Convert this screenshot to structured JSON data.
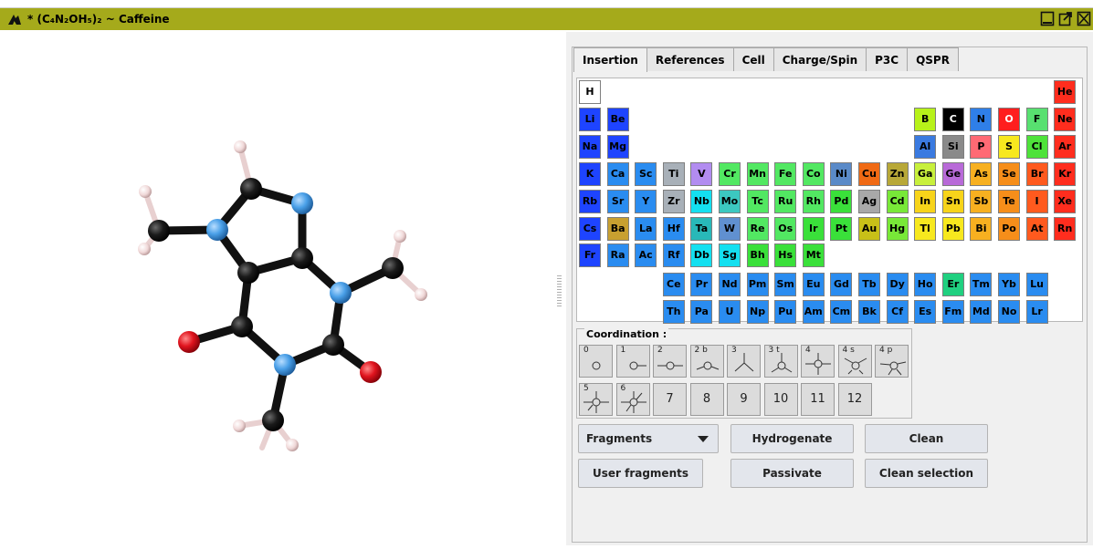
{
  "window": {
    "title": "* (C₄N₂OH₅)₂ ~ Caffeine"
  },
  "tabs": [
    {
      "label": "Insertion",
      "active": true
    },
    {
      "label": "References",
      "active": false
    },
    {
      "label": "Cell",
      "active": false
    },
    {
      "label": "Charge/Spin",
      "active": false
    },
    {
      "label": "P3C",
      "active": false
    },
    {
      "label": "QSPR",
      "active": false
    }
  ],
  "periodic_table": {
    "elements": [
      {
        "s": "H",
        "r": 1,
        "c": 1,
        "color": "#ffffff",
        "fg": "#000000"
      },
      {
        "s": "He",
        "r": 1,
        "c": 18,
        "color": "#ff2d1e"
      },
      {
        "s": "Li",
        "r": 2,
        "c": 1,
        "color": "#1e44ff"
      },
      {
        "s": "Be",
        "r": 2,
        "c": 2,
        "color": "#1e44ff"
      },
      {
        "s": "B",
        "r": 2,
        "c": 13,
        "color": "#b7f21a"
      },
      {
        "s": "C",
        "r": 2,
        "c": 14,
        "color": "#000000",
        "fg": "#ffffff"
      },
      {
        "s": "N",
        "r": 2,
        "c": 15,
        "color": "#2f7fe8"
      },
      {
        "s": "O",
        "r": 2,
        "c": 16,
        "color": "#ff1e1e",
        "fg": "#ffffff"
      },
      {
        "s": "F",
        "r": 2,
        "c": 17,
        "color": "#58e070"
      },
      {
        "s": "Ne",
        "r": 2,
        "c": 18,
        "color": "#ff2d1e"
      },
      {
        "s": "Na",
        "r": 3,
        "c": 1,
        "color": "#1e44ff"
      },
      {
        "s": "Mg",
        "r": 3,
        "c": 2,
        "color": "#1e44ff"
      },
      {
        "s": "Al",
        "r": 3,
        "c": 13,
        "color": "#3a7ae0"
      },
      {
        "s": "Si",
        "r": 3,
        "c": 14,
        "color": "#8a8a8a"
      },
      {
        "s": "P",
        "r": 3,
        "c": 15,
        "color": "#ff6a74"
      },
      {
        "s": "S",
        "r": 3,
        "c": 16,
        "color": "#f7e81e"
      },
      {
        "s": "Cl",
        "r": 3,
        "c": 17,
        "color": "#4ee23a"
      },
      {
        "s": "Ar",
        "r": 3,
        "c": 18,
        "color": "#ff2d1e"
      },
      {
        "s": "K",
        "r": 4,
        "c": 1,
        "color": "#1e44ff"
      },
      {
        "s": "Ca",
        "r": 4,
        "c": 2,
        "color": "#2a8cf0"
      },
      {
        "s": "Sc",
        "r": 4,
        "c": 3,
        "color": "#2a8cf0"
      },
      {
        "s": "Ti",
        "r": 4,
        "c": 4,
        "color": "#a8b0b8"
      },
      {
        "s": "V",
        "r": 4,
        "c": 5,
        "color": "#b28cf0"
      },
      {
        "s": "Cr",
        "r": 4,
        "c": 6,
        "color": "#52e862"
      },
      {
        "s": "Mn",
        "r": 4,
        "c": 7,
        "color": "#52e862"
      },
      {
        "s": "Fe",
        "r": 4,
        "c": 8,
        "color": "#52e862"
      },
      {
        "s": "Co",
        "r": 4,
        "c": 9,
        "color": "#52e862"
      },
      {
        "s": "Ni",
        "r": 4,
        "c": 10,
        "color": "#5a8ac8"
      },
      {
        "s": "Cu",
        "r": 4,
        "c": 11,
        "color": "#f06a14"
      },
      {
        "s": "Zn",
        "r": 4,
        "c": 12,
        "color": "#b8a838"
      },
      {
        "s": "Ga",
        "r": 4,
        "c": 13,
        "color": "#c8f03c"
      },
      {
        "s": "Ge",
        "r": 4,
        "c": 14,
        "color": "#b86ad8"
      },
      {
        "s": "As",
        "r": 4,
        "c": 15,
        "color": "#f7b020"
      },
      {
        "s": "Se",
        "r": 4,
        "c": 16,
        "color": "#f68e1a"
      },
      {
        "s": "Br",
        "r": 4,
        "c": 17,
        "color": "#ff5a1e"
      },
      {
        "s": "Kr",
        "r": 4,
        "c": 18,
        "color": "#ff2d1e"
      },
      {
        "s": "Rb",
        "r": 5,
        "c": 1,
        "color": "#1e44ff"
      },
      {
        "s": "Sr",
        "r": 5,
        "c": 2,
        "color": "#2a8cf0"
      },
      {
        "s": "Y",
        "r": 5,
        "c": 3,
        "color": "#2a8cf0"
      },
      {
        "s": "Zr",
        "r": 5,
        "c": 4,
        "color": "#a8b0b8"
      },
      {
        "s": "Nb",
        "r": 5,
        "c": 5,
        "color": "#14e0f0"
      },
      {
        "s": "Mo",
        "r": 5,
        "c": 6,
        "color": "#3cc8c0"
      },
      {
        "s": "Tc",
        "r": 5,
        "c": 7,
        "color": "#52e862"
      },
      {
        "s": "Ru",
        "r": 5,
        "c": 8,
        "color": "#52e862"
      },
      {
        "s": "Rh",
        "r": 5,
        "c": 9,
        "color": "#52e862"
      },
      {
        "s": "Pd",
        "r": 5,
        "c": 10,
        "color": "#3ae03a"
      },
      {
        "s": "Ag",
        "r": 5,
        "c": 11,
        "color": "#a8a8a8"
      },
      {
        "s": "Cd",
        "r": 5,
        "c": 12,
        "color": "#78e838"
      },
      {
        "s": "In",
        "r": 5,
        "c": 13,
        "color": "#f7d41a"
      },
      {
        "s": "Sn",
        "r": 5,
        "c": 14,
        "color": "#f7d41a"
      },
      {
        "s": "Sb",
        "r": 5,
        "c": 15,
        "color": "#f7b020"
      },
      {
        "s": "Te",
        "r": 5,
        "c": 16,
        "color": "#f68e1a"
      },
      {
        "s": "I",
        "r": 5,
        "c": 17,
        "color": "#ff5a1e"
      },
      {
        "s": "Xe",
        "r": 5,
        "c": 18,
        "color": "#ff2d1e"
      },
      {
        "s": "Cs",
        "r": 6,
        "c": 1,
        "color": "#1e44ff"
      },
      {
        "s": "Ba",
        "r": 6,
        "c": 2,
        "color": "#c8a030"
      },
      {
        "s": "La",
        "r": 6,
        "c": 3,
        "color": "#2a8cf0"
      },
      {
        "s": "Hf",
        "r": 6,
        "c": 4,
        "color": "#2a8cf0"
      },
      {
        "s": "Ta",
        "r": 6,
        "c": 5,
        "color": "#28b8b8"
      },
      {
        "s": "W",
        "r": 6,
        "c": 6,
        "color": "#6090d0"
      },
      {
        "s": "Re",
        "r": 6,
        "c": 7,
        "color": "#52e862"
      },
      {
        "s": "Os",
        "r": 6,
        "c": 8,
        "color": "#52e862"
      },
      {
        "s": "Ir",
        "r": 6,
        "c": 9,
        "color": "#3ae03a"
      },
      {
        "s": "Pt",
        "r": 6,
        "c": 10,
        "color": "#3ae03a"
      },
      {
        "s": "Au",
        "r": 6,
        "c": 11,
        "color": "#c8c018"
      },
      {
        "s": "Hg",
        "r": 6,
        "c": 12,
        "color": "#78e838"
      },
      {
        "s": "Tl",
        "r": 6,
        "c": 13,
        "color": "#f7e81e"
      },
      {
        "s": "Pb",
        "r": 6,
        "c": 14,
        "color": "#f7e81e"
      },
      {
        "s": "Bi",
        "r": 6,
        "c": 15,
        "color": "#f7b020"
      },
      {
        "s": "Po",
        "r": 6,
        "c": 16,
        "color": "#f68e1a"
      },
      {
        "s": "At",
        "r": 6,
        "c": 17,
        "color": "#ff5a1e"
      },
      {
        "s": "Rn",
        "r": 6,
        "c": 18,
        "color": "#ff2d1e"
      },
      {
        "s": "Fr",
        "r": 7,
        "c": 1,
        "color": "#1e44ff"
      },
      {
        "s": "Ra",
        "r": 7,
        "c": 2,
        "color": "#2a8cf0"
      },
      {
        "s": "Ac",
        "r": 7,
        "c": 3,
        "color": "#2a8cf0"
      },
      {
        "s": "Rf",
        "r": 7,
        "c": 4,
        "color": "#2a8cf0"
      },
      {
        "s": "Db",
        "r": 7,
        "c": 5,
        "color": "#14e0f0"
      },
      {
        "s": "Sg",
        "r": 7,
        "c": 6,
        "color": "#14e0f0"
      },
      {
        "s": "Bh",
        "r": 7,
        "c": 7,
        "color": "#3ae03a"
      },
      {
        "s": "Hs",
        "r": 7,
        "c": 8,
        "color": "#3ae03a"
      },
      {
        "s": "Mt",
        "r": 7,
        "c": 9,
        "color": "#3ae03a"
      },
      {
        "s": "Ce",
        "r": 8,
        "c": 4,
        "color": "#2a8cf0"
      },
      {
        "s": "Pr",
        "r": 8,
        "c": 5,
        "color": "#2a8cf0"
      },
      {
        "s": "Nd",
        "r": 8,
        "c": 6,
        "color": "#2a8cf0"
      },
      {
        "s": "Pm",
        "r": 8,
        "c": 7,
        "color": "#2a8cf0"
      },
      {
        "s": "Sm",
        "r": 8,
        "c": 8,
        "color": "#2a8cf0"
      },
      {
        "s": "Eu",
        "r": 8,
        "c": 9,
        "color": "#2a8cf0"
      },
      {
        "s": "Gd",
        "r": 8,
        "c": 10,
        "color": "#2a8cf0"
      },
      {
        "s": "Tb",
        "r": 8,
        "c": 11,
        "color": "#2a8cf0"
      },
      {
        "s": "Dy",
        "r": 8,
        "c": 12,
        "color": "#2a8cf0"
      },
      {
        "s": "Ho",
        "r": 8,
        "c": 13,
        "color": "#2a8cf0"
      },
      {
        "s": "Er",
        "r": 8,
        "c": 14,
        "color": "#20d080"
      },
      {
        "s": "Tm",
        "r": 8,
        "c": 15,
        "color": "#2a8cf0"
      },
      {
        "s": "Yb",
        "r": 8,
        "c": 16,
        "color": "#2a8cf0"
      },
      {
        "s": "Lu",
        "r": 8,
        "c": 17,
        "color": "#2a8cf0"
      },
      {
        "s": "Th",
        "r": 9,
        "c": 4,
        "color": "#2a8cf0"
      },
      {
        "s": "Pa",
        "r": 9,
        "c": 5,
        "color": "#2a8cf0"
      },
      {
        "s": "U",
        "r": 9,
        "c": 6,
        "color": "#2a8cf0"
      },
      {
        "s": "Np",
        "r": 9,
        "c": 7,
        "color": "#2a8cf0"
      },
      {
        "s": "Pu",
        "r": 9,
        "c": 8,
        "color": "#2a8cf0"
      },
      {
        "s": "Am",
        "r": 9,
        "c": 9,
        "color": "#2a8cf0"
      },
      {
        "s": "Cm",
        "r": 9,
        "c": 10,
        "color": "#2a8cf0"
      },
      {
        "s": "Bk",
        "r": 9,
        "c": 11,
        "color": "#2a8cf0"
      },
      {
        "s": "Cf",
        "r": 9,
        "c": 12,
        "color": "#2a8cf0"
      },
      {
        "s": "Es",
        "r": 9,
        "c": 13,
        "color": "#2a8cf0"
      },
      {
        "s": "Fm",
        "r": 9,
        "c": 14,
        "color": "#2a8cf0"
      },
      {
        "s": "Md",
        "r": 9,
        "c": 15,
        "color": "#2a8cf0"
      },
      {
        "s": "No",
        "r": 9,
        "c": 16,
        "color": "#2a8cf0"
      },
      {
        "s": "Lr",
        "r": 9,
        "c": 17,
        "color": "#2a8cf0"
      }
    ]
  },
  "coordination": {
    "label": "Coordination :",
    "row1": [
      {
        "sup": "0",
        "icon": "coord-0-icon"
      },
      {
        "sup": "1",
        "icon": "coord-1-icon"
      },
      {
        "sup": "2",
        "icon": "coord-2-linear-icon"
      },
      {
        "sup": "2 b",
        "icon": "coord-2-bent-icon"
      },
      {
        "sup": "3",
        "icon": "coord-3-planar-icon"
      },
      {
        "sup": "3 t",
        "icon": "coord-3-tetrahedral-icon"
      },
      {
        "sup": "4",
        "icon": "coord-4-tetrahedral-icon"
      },
      {
        "sup": "4 s",
        "icon": "coord-4-square-icon"
      },
      {
        "sup": "4 p",
        "icon": "coord-4-pyramidal-icon"
      }
    ],
    "row2": [
      {
        "sup": "5",
        "icon": "coord-5-icon"
      },
      {
        "sup": "6",
        "icon": "coord-6-icon"
      },
      {
        "label": "7"
      },
      {
        "label": "8"
      },
      {
        "label": "9"
      },
      {
        "label": "10"
      },
      {
        "label": "11"
      },
      {
        "label": "12"
      }
    ]
  },
  "buttons": {
    "fragments": "Fragments",
    "hydrogenate": "Hydrogenate",
    "clean": "Clean",
    "user_fragments": "User fragments",
    "passivate": "Passivate",
    "clean_selection": "Clean selection"
  },
  "colors": {
    "titlebar": "#a5aa1b",
    "carbon": "#111111",
    "nitrogen": "#4aa0e8",
    "oxygen": "#e0141e",
    "hydrogen": "#f0d8d8"
  }
}
